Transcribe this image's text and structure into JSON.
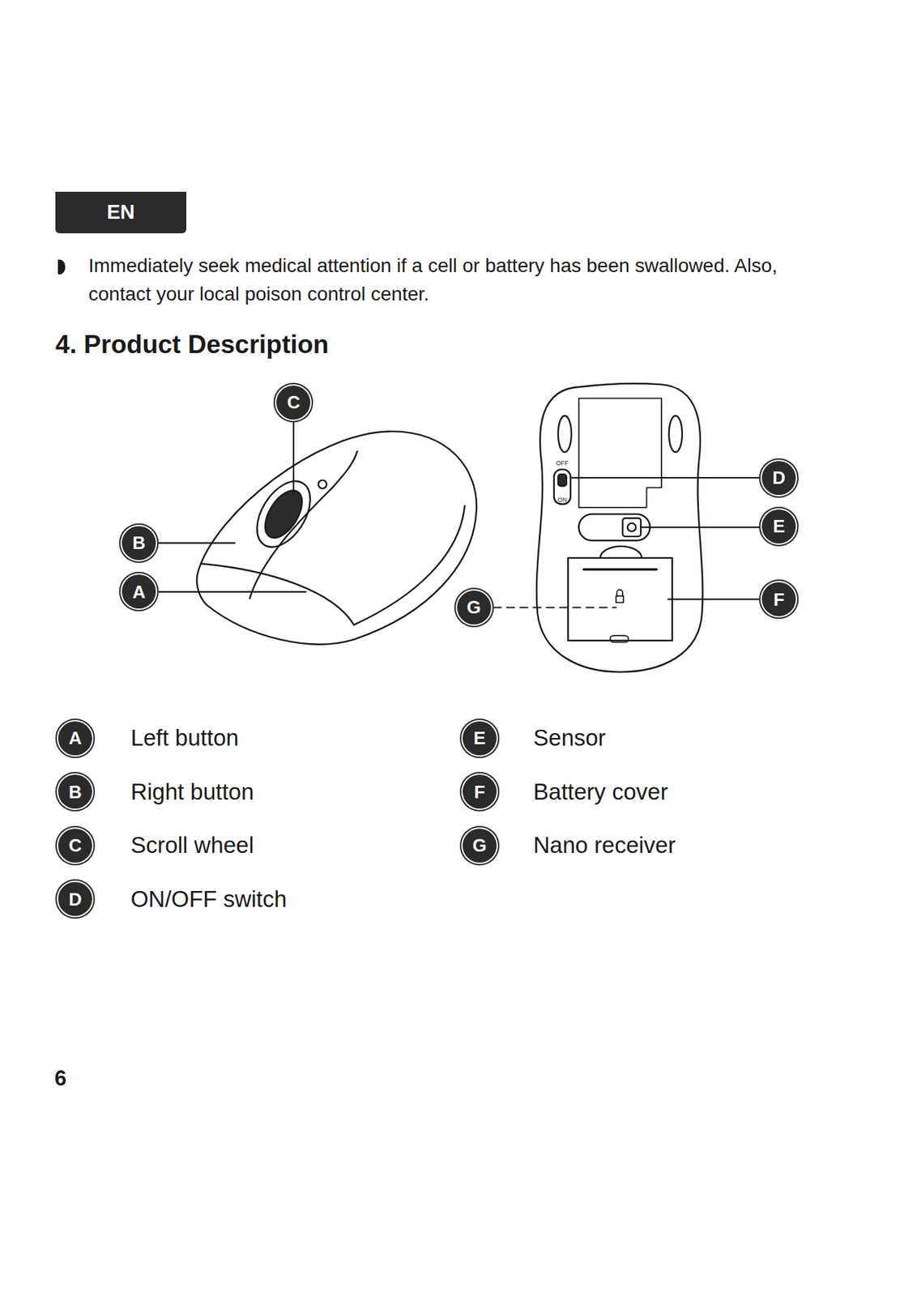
{
  "diagram": {
    "title": "4. Product Description",
    "nodes": [
      {
        "text": [
          "EN"
        ]
      },
      {
        "text": [
          "C"
        ]
      },
      {
        "text": [
          "D"
        ]
      },
      {
        "text": [
          "E"
        ]
      },
      {
        "text": [
          "B"
        ]
      },
      {
        "text": [
          "A"
        ]
      },
      {
        "text": [
          "F"
        ]
      },
      {
        "text": [
          "G"
        ]
      },
      {
        "text": [
          "A"
        ]
      },
      {
        "text": [
          "E"
        ]
      },
      {
        "text": [
          "B"
        ]
      },
      {
        "text": [
          "F"
        ]
      },
      {
        "text": [
          "C"
        ]
      },
      {
        "text": [
          "G"
        ]
      },
      {
        "text": [
          "D"
        ]
      }
    ],
    "labels": [
      "Immediately seek medical attention if a cell or battery has been swallowed. Also, contact your local poison control center.",
      "OFF",
      "ON",
      "Left button",
      "Sensor",
      "Right button",
      "Battery cover",
      "Scroll wheel",
      "Nano receiver",
      "ON/OFF switch",
      "6"
    ]
  }
}
